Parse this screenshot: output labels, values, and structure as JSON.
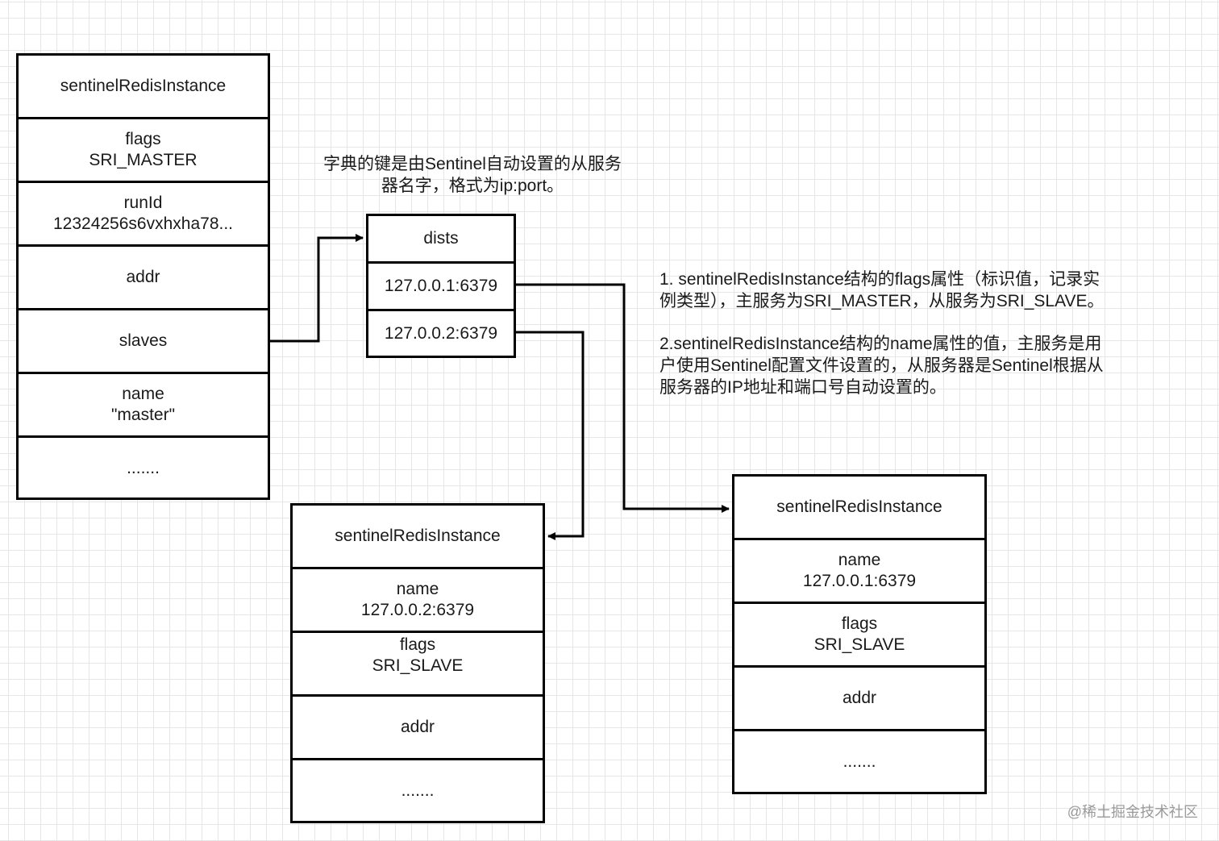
{
  "master": {
    "title": "sentinelRedisInstance",
    "flags_label": "flags",
    "flags_value": "SRI_MASTER",
    "runid_label": "runId",
    "runid_value": "12324256s6vxhxha78...",
    "addr_label": "addr",
    "slaves_label": "slaves",
    "name_label": "name",
    "name_value": "\"master\"",
    "more": "......."
  },
  "dict": {
    "title": "dists",
    "key1": "127.0.0.1:6379",
    "key2": "127.0.0.2:6379"
  },
  "dict_note": {
    "line1": "字典的键是由Sentinel自动设置的从服务",
    "line2": "器名字，格式为ip:port。"
  },
  "description": {
    "p1_line1": "1. sentinelRedisInstance结构的flags属性（标识值，记录实",
    "p1_line2": "例类型），主服务为SRI_MASTER，从服务为SRI_SLAVE。",
    "p2_line1": "2.sentinelRedisInstance结构的name属性的值，主服务是用",
    "p2_line2": "户使用Sentinel配置文件设置的，从服务器是Sentinel根据从",
    "p2_line3": "服务器的IP地址和端口号自动设置的。"
  },
  "slave2": {
    "title": "sentinelRedisInstance",
    "name_label": "name",
    "name_value": "127.0.0.2:6379",
    "flags_label": "flags",
    "flags_value": "SRI_SLAVE",
    "addr_label": "addr",
    "more": "......."
  },
  "slave1": {
    "title": "sentinelRedisInstance",
    "name_label": "name",
    "name_value": "127.0.0.1:6379",
    "flags_label": "flags",
    "flags_value": "SRI_SLAVE",
    "addr_label": "addr",
    "more": "......."
  },
  "watermark": "@稀土掘金技术社区"
}
